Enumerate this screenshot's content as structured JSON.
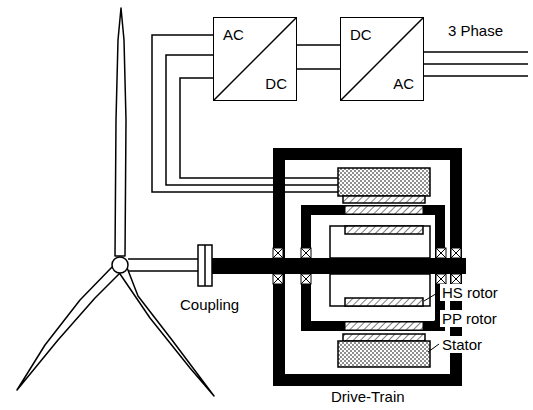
{
  "diagram": {
    "nodes": [
      {
        "text": [
          "AC",
          "DC"
        ]
      },
      {
        "text": [
          "DC",
          "AC"
        ]
      },
      {
        "text": [
          "Drive-Train"
        ]
      }
    ],
    "edges": [
      {
        "from": 2,
        "to": 0,
        "arrow": "none"
      },
      {
        "from": 0,
        "to": 1,
        "arrow": "none"
      }
    ],
    "labels": [
      "3 Phase",
      "Coupling",
      "HS rotor",
      "PP rotor",
      "Stator"
    ]
  }
}
